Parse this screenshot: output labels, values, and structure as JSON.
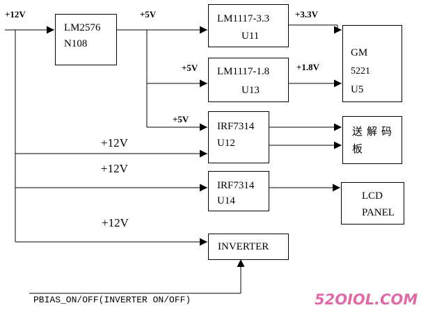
{
  "rails": {
    "in_12v": "+12V",
    "out_5v": "+5V",
    "u13_in": "+5V",
    "u12_in": "+5V",
    "r12_a": "+12V",
    "r12_b": "+12V",
    "r12_c": "+12V",
    "v33": "+3.3V",
    "v18": "+1.8V"
  },
  "blocks": {
    "lm2576": {
      "line1": "LM2576",
      "line2": "N108"
    },
    "u11": {
      "line1": "LM1117-3.3",
      "line2": "U11"
    },
    "u13": {
      "line1": "LM1117-1.8",
      "line2": "U13"
    },
    "gm": {
      "line1": "GM",
      "line2": "5221",
      "line3": "U5"
    },
    "u12": {
      "line1": "IRF7314",
      "line2": "U12"
    },
    "decoder": {
      "line1": "送解码",
      "line2": "板"
    },
    "u14": {
      "line1": "IRF7314",
      "line2": "U14"
    },
    "lcd": {
      "line1": "LCD",
      "line2": "PANEL"
    },
    "inverter": {
      "line1": "INVERTER"
    }
  },
  "signal": {
    "pbias": "PBIAS_ON/OFF(INVERTER ON/OFF)"
  },
  "watermark": {
    "text": "52OIOL.COM",
    "color": "#e06aa8"
  }
}
